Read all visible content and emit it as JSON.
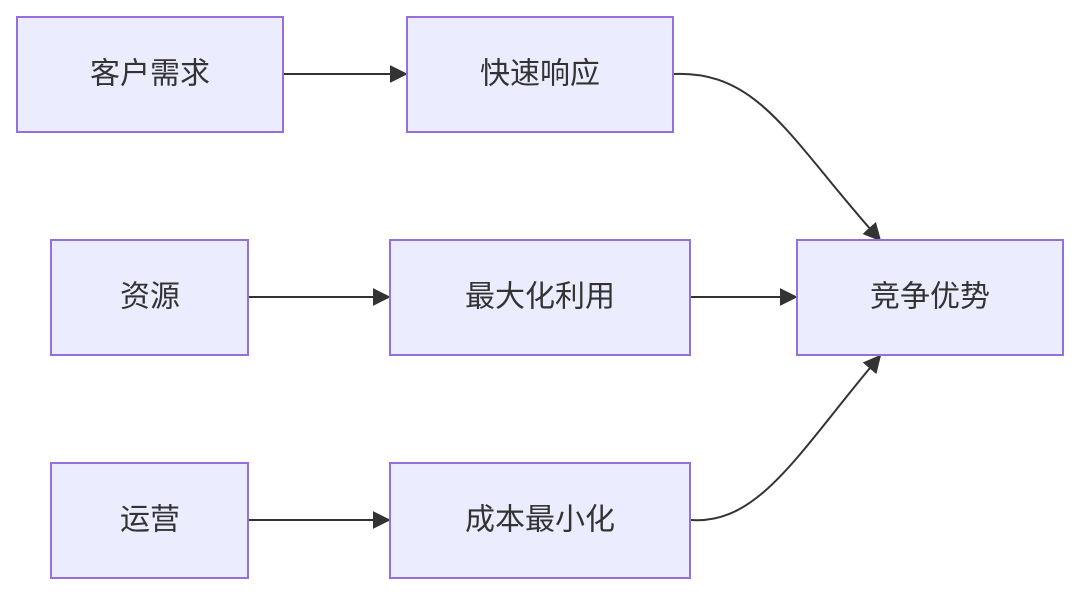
{
  "nodes": {
    "customer_demand": "客户需求",
    "fast_response": "快速响应",
    "resources": "资源",
    "max_utilization": "最大化利用",
    "competitive_advantage": "竞争优势",
    "operations": "运营",
    "cost_minimization": "成本最小化"
  },
  "edges": [
    {
      "from": "customer_demand",
      "to": "fast_response"
    },
    {
      "from": "resources",
      "to": "max_utilization"
    },
    {
      "from": "operations",
      "to": "cost_minimization"
    },
    {
      "from": "fast_response",
      "to": "competitive_advantage"
    },
    {
      "from": "max_utilization",
      "to": "competitive_advantage"
    },
    {
      "from": "cost_minimization",
      "to": "competitive_advantage"
    }
  ],
  "colors": {
    "node_fill": "#ececff",
    "node_border": "#9370db",
    "edge": "#333333",
    "text": "#333333"
  }
}
